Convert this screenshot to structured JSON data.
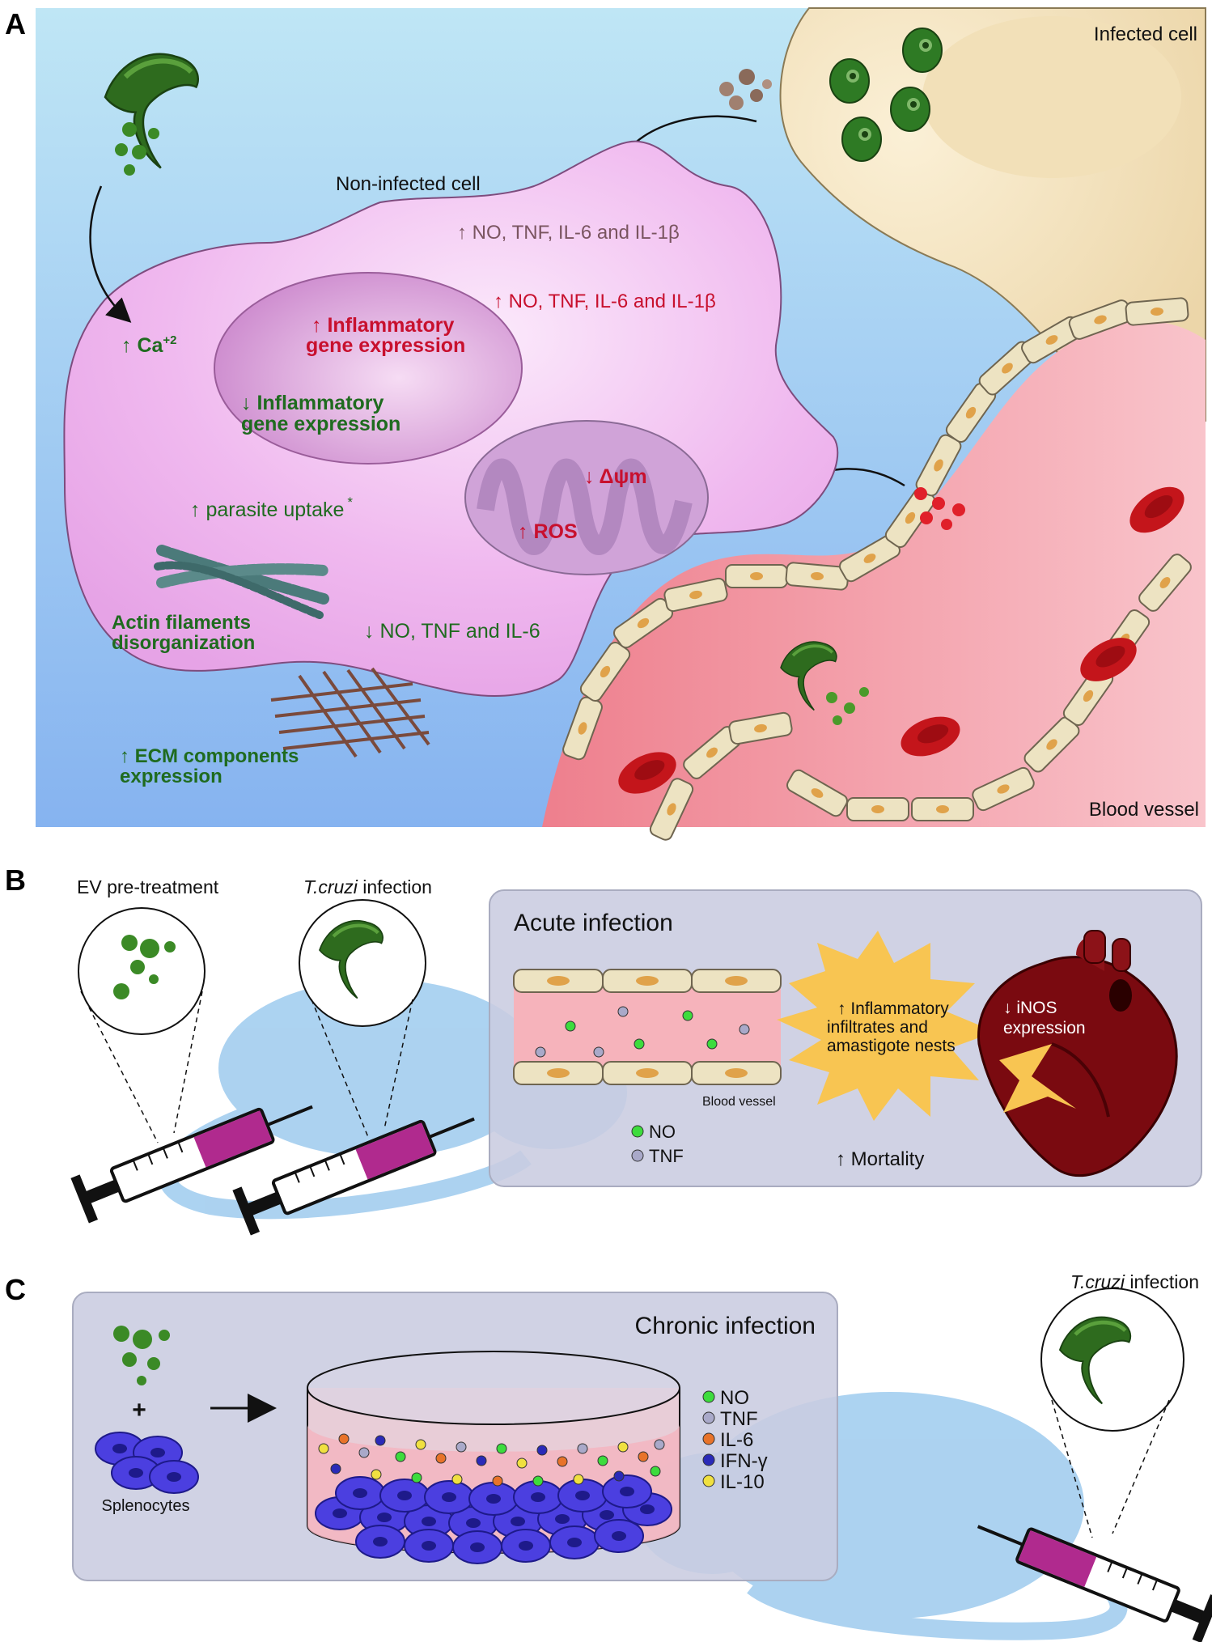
{
  "panels": {
    "a": {
      "label": "A",
      "infected_cell": "Infected cell",
      "non_infected_cell": "Non-infected cell",
      "blood_vessel": "Blood vessel",
      "cytokines_brown": "↑ NO, TNF, IL-6 and IL-1β",
      "cytokines_red": "↑ NO, TNF, IL-6 and IL-1β",
      "calcium_arrow": "↑ Ca",
      "calcium_sup": "+2",
      "inflam_up_1": "↑ Inflammatory",
      "inflam_up_2": "gene  expression",
      "inflam_down_1": "↓ Inflammatory",
      "inflam_down_2": "gene  expression",
      "parasite_uptake": "↑ parasite uptake",
      "asterisk": "*",
      "delta_psi": "↓ Δψm",
      "ros": "↑ ROS",
      "actin_1": "Actin filaments",
      "actin_2": "disorganization",
      "no_tnf_il6": "↓ NO, TNF and IL-6",
      "ecm_1": "↑ ECM components",
      "ecm_2": "expression"
    },
    "b": {
      "label": "B",
      "ev_pretreatment": "EV pre-treatment",
      "tcruzi_italic": "T.cruzi",
      "infection": " infection",
      "acute_infection": "Acute infection",
      "blood_vessel": "Blood vessel",
      "legend_no": "NO",
      "legend_tnf": "TNF",
      "inflam_1": "↑ Inflammatory",
      "inflam_2": "infiltrates and",
      "inflam_3": "amastigote nests",
      "inos_1": "↓ iNOS",
      "inos_2": "expression",
      "mortality": "↑ Mortality"
    },
    "c": {
      "label": "C",
      "chronic_infection": "Chronic infection",
      "plus": "+",
      "splenocytes": "Splenocytes",
      "tcruzi_italic": "T.cruzi",
      "infection": " infection",
      "legend": [
        "NO",
        "TNF",
        "IL-6",
        "IFN-γ",
        "IL-10"
      ]
    }
  },
  "colors": {
    "no": "#3ddc3d",
    "tnf": "#a9a9c9",
    "il6": "#e8732a",
    "ifng": "#2a2ab8",
    "il10": "#f0e040",
    "parasite": "#2e6b1e",
    "cell_pink": "#eeb8ee",
    "vessel": "#f08a96"
  }
}
